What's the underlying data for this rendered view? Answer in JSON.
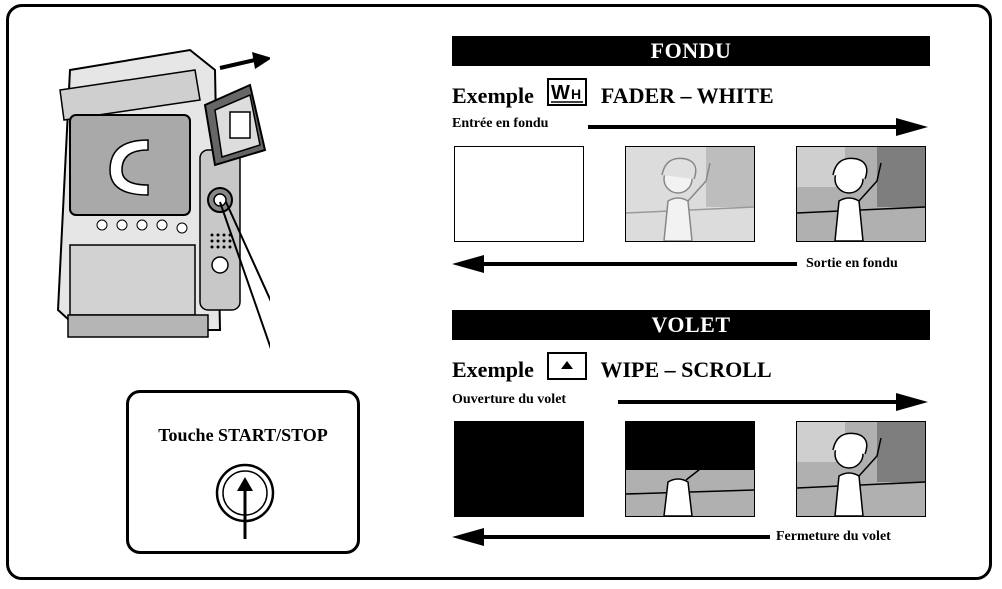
{
  "camera_callout": {
    "label": "Touche START/STOP"
  },
  "fondu": {
    "title": "FONDU",
    "example_word": "Exemple",
    "icon_letters": "WH",
    "mode": "FADER – WHITE",
    "arrow_in_label": "Entrée en fondu",
    "arrow_out_label": "Sortie en fondu",
    "panels": [
      "blank-white",
      "partial-fade",
      "full-scene"
    ]
  },
  "volet": {
    "title": "VOLET",
    "example_word": "Exemple",
    "icon_glyph": "▲",
    "mode": "WIPE – SCROLL",
    "arrow_in_label": "Ouverture du volet",
    "arrow_out_label": "Fermeture du volet",
    "panels": [
      "all-black",
      "half-scroll",
      "full-scene"
    ]
  }
}
